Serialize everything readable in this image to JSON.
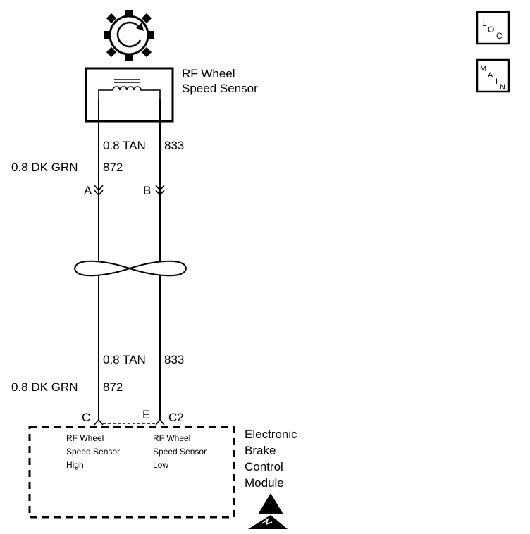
{
  "sensor": {
    "title_line1": "RF Wheel",
    "title_line2": "Speed Sensor"
  },
  "wires": {
    "tan_top": "0.8 TAN",
    "tan_top_circuit": "833",
    "grn_top": "0.8  DK GRN",
    "grn_top_circuit": "872",
    "tan_bottom": "0.8 TAN",
    "tan_bottom_circuit": "833",
    "grn_bottom": "0.8  DK GRN",
    "grn_bottom_circuit": "872"
  },
  "connectors": {
    "sensor_pin_a": "A",
    "sensor_pin_b": "B",
    "module_pin_c": "C",
    "module_pin_e": "E",
    "module_connector": "C2"
  },
  "module": {
    "name_line1": "Electronic",
    "name_line2": "Brake",
    "name_line3": "Control",
    "name_line4": "Module",
    "high_line1": "RF Wheel",
    "high_line2": "Speed Sensor",
    "high_line3": "High",
    "low_line1": "RF Wheel",
    "low_line2": "Speed Sensor",
    "low_line3": "Low"
  },
  "nav": {
    "loc_L": "L",
    "loc_O": "O",
    "loc_C": "C",
    "main_M": "M",
    "main_A": "A",
    "main_I": "I",
    "main_N": "N"
  },
  "icons": [
    "reluctor-wheel-icon",
    "twisted-pair-icon",
    "esd-warning-icon"
  ]
}
